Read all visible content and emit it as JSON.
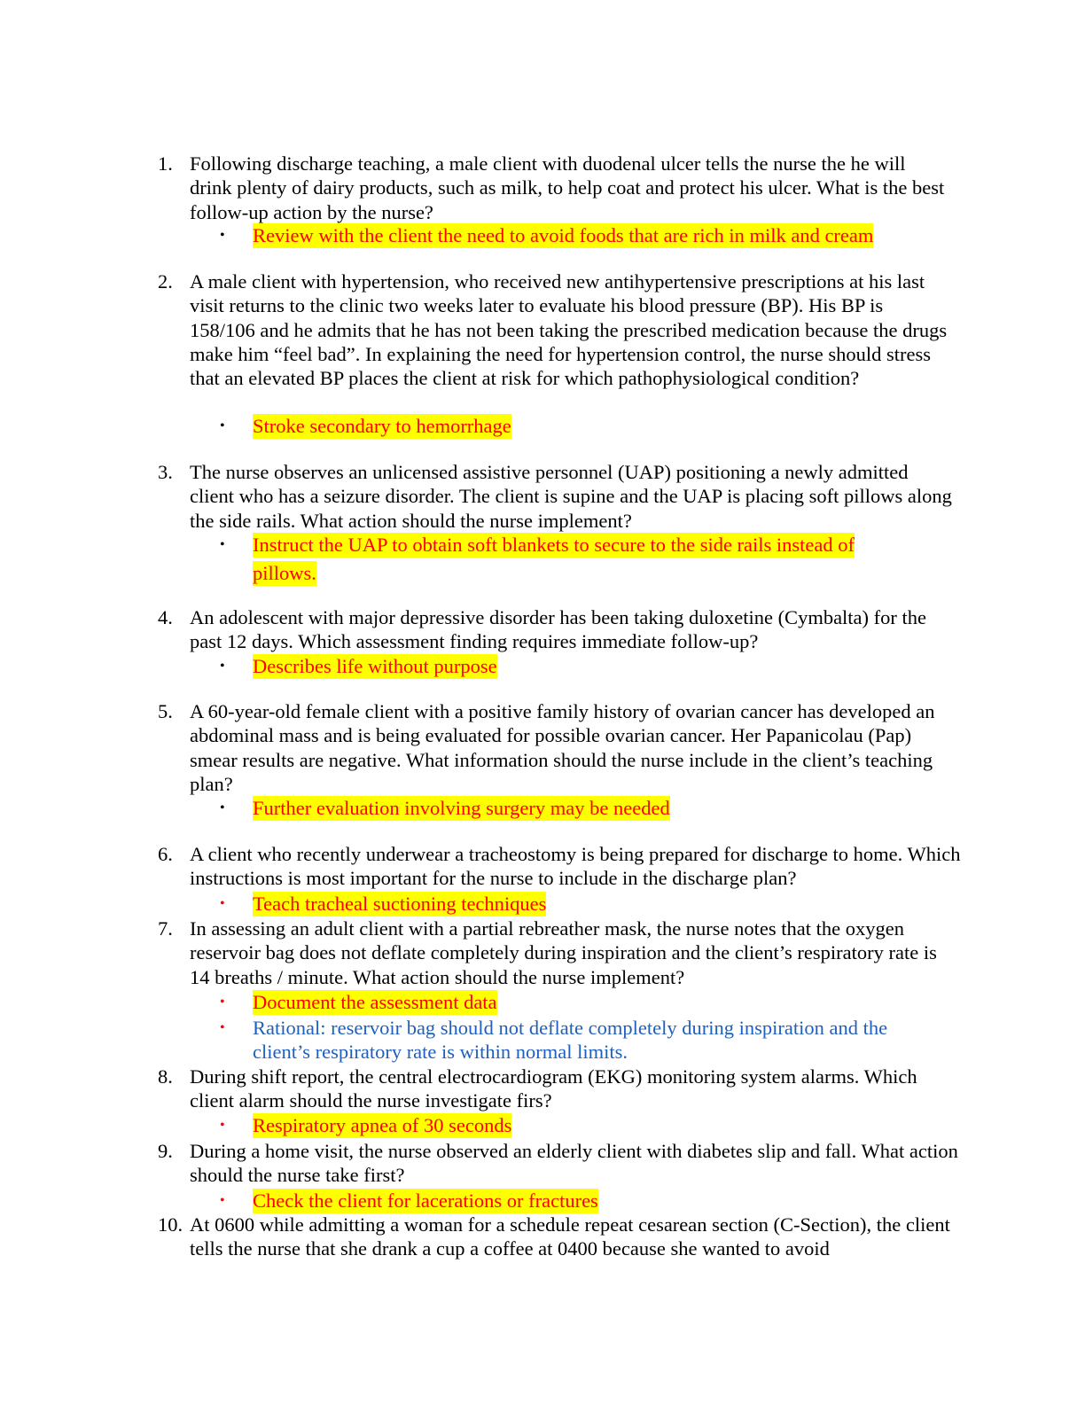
{
  "questions": [
    {
      "number": "1.",
      "text": "Following discharge teaching, a male client with duodenal ulcer tells the nurse the he will drink plenty of dairy products, such as milk, to help coat and protect his ulcer. What is the best follow-up action by the nurse?",
      "answer": "Review with the client the need to avoid foods that are rich in milk and cream"
    },
    {
      "number": "2.",
      "text": "A male client with hypertension, who received new antihypertensive prescriptions at his last visit returns to the clinic two weeks later to evaluate his blood pressure (BP). His BP is 158/106 and he admits that he has not been taking the prescribed medication because the drugs make him “feel bad”. In explaining the need for hypertension control, the nurse should stress that an elevated BP places the client at risk for which pathophysiological condition?",
      "answer": "Stroke secondary to hemorrhage"
    },
    {
      "number": "3.",
      "text": "The nurse observes an unlicensed assistive personnel (UAP) positioning a newly admitted client who has a seizure disorder. The client is supine and the UAP is placing soft pillows along the side rails. What action should the nurse implement?",
      "answer_line1": "Instruct the UAP to obtain soft blankets to secure to the side rails instead of",
      "answer_line2": "pillows."
    },
    {
      "number": "4.",
      "text": "An adolescent with major depressive disorder has been taking duloxetine (Cymbalta) for the past 12 days. Which assessment finding requires immediate follow-up?",
      "answer": "Describes life without purpose"
    },
    {
      "number": "5.",
      "text": "A 60-year-old female client with a positive family history of ovarian cancer has developed an abdominal mass and is being evaluated for possible ovarian cancer. Her Papanicolau (Pap) smear results are negative. What information should the nurse include in the client’s teaching plan?",
      "answer": "Further evaluation involving surgery may be needed"
    },
    {
      "number": "6.",
      "text": "A client who recently underwear a tracheostomy is being prepared for discharge to home. Which instructions is most important for the nurse to include in the discharge plan?",
      "answer": "Teach tracheal suctioning techniques"
    },
    {
      "number": "7.",
      "text": "In assessing an adult client with a partial rebreather mask, the nurse notes that the oxygen reservoir bag does not deflate completely during inspiration and the client’s respiratory rate is 14 breaths / minute. What action should the nurse implement?",
      "answer": "Document the assessment data",
      "rationale": "Rational: reservoir bag should not deflate completely during inspiration and the client’s respiratory rate is within normal limits."
    },
    {
      "number": "8.",
      "text": "During shift report, the central electrocardiogram (EKG) monitoring system alarms. Which client alarm should the nurse investigate firs?",
      "answer": "Respiratory apnea of 30 seconds"
    },
    {
      "number": "9.",
      "text": "During a home visit, the nurse observed an elderly client with diabetes slip and fall. What action should the nurse take first?",
      "answer": "Check the client for lacerations or fractures"
    },
    {
      "number": "10.",
      "text": "At 0600 while admitting a woman for a schedule repeat cesarean section (C-Section), the client tells the nurse that she drank a cup a coffee at 0400 because she wanted to avoid"
    }
  ],
  "bullet_glyph": "•"
}
